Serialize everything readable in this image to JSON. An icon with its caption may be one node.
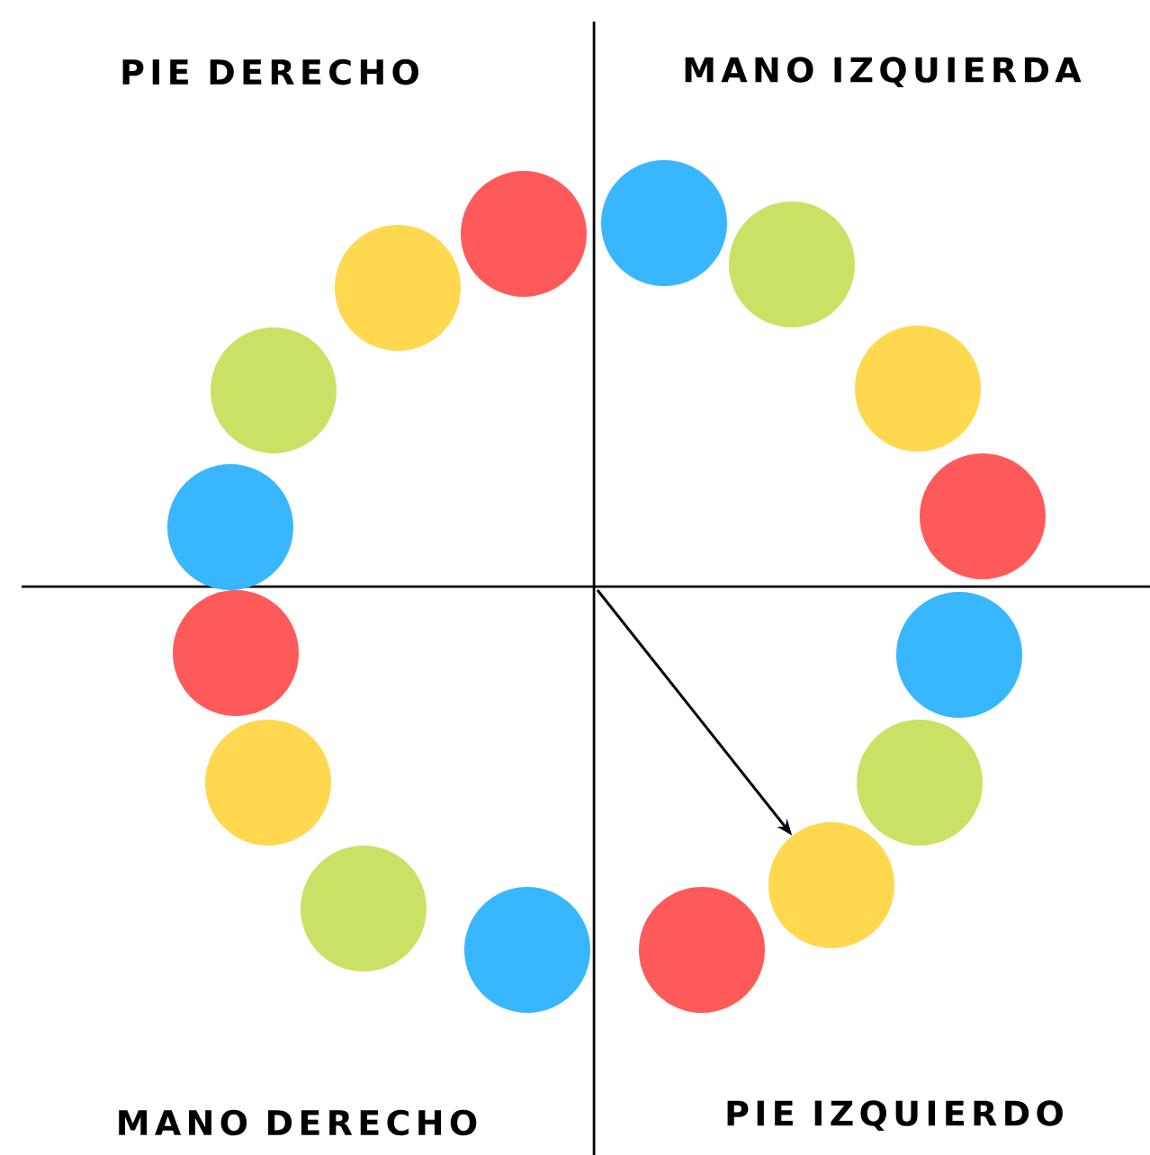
{
  "diagram": {
    "nodes": [
      {
        "text": [],
        "shape": "circle"
      },
      {
        "text": [],
        "shape": "circle"
      },
      {
        "text": [],
        "shape": "circle"
      },
      {
        "text": [],
        "shape": "circle"
      },
      {
        "text": [],
        "shape": "circle"
      },
      {
        "text": [],
        "shape": "circle"
      },
      {
        "text": [],
        "shape": "circle"
      },
      {
        "text": [],
        "shape": "circle"
      },
      {
        "text": [],
        "shape": "circle"
      },
      {
        "text": [],
        "shape": "circle"
      },
      {
        "text": [],
        "shape": "circle"
      },
      {
        "text": [],
        "shape": "circle"
      },
      {
        "text": [],
        "shape": "circle"
      },
      {
        "text": [],
        "shape": "circle"
      },
      {
        "text": [],
        "shape": "circle"
      },
      {
        "text": [],
        "shape": "circle"
      }
    ],
    "edges": [
      {
        "from": null,
        "to": 11,
        "arrow": "to"
      }
    ],
    "labels": [
      "PIE DERECHO",
      "MANO IZQUIERDA",
      "MANO DERECHO",
      "PIE IZQUIERDO"
    ]
  }
}
